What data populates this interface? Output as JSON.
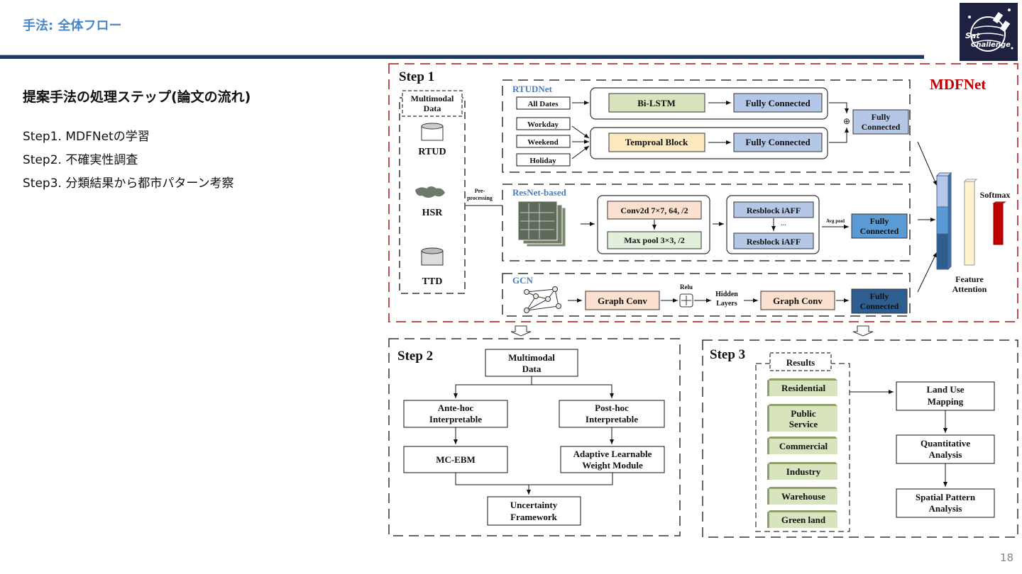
{
  "slide": {
    "title": "手法: 全体フロー",
    "heading": "提案手法の処理ステップ(論文の流れ)",
    "steps": [
      "Step1. MDFNetの学習",
      "Step2. 不確実性調査",
      "Step3. 分類結果から都市パターン考察"
    ],
    "page_number": "18",
    "logo_text": [
      "Sat",
      "Challenge"
    ]
  },
  "colors": {
    "title": "#4a86c8",
    "rule": "#1f3a5f",
    "mdfnet_border": "#c0504d",
    "fc_light": "#b4c7e7",
    "fc_mid": "#5b9bd5",
    "fc_dark": "#2e5d8f",
    "bilstm": "#d7e4bd",
    "temporal": "#fde9c0",
    "conv": "#fbe0d0",
    "softmax": "#c00000",
    "result_box": "#d7e4bd"
  },
  "diagram": {
    "step1": {
      "label": "Step 1",
      "network_name": "MDFNet",
      "multimodal_data": [
        "Multimodal",
        "Data"
      ],
      "sources": [
        "RTUD",
        "HSR",
        "TTD"
      ],
      "preprocessing": [
        "Pre-",
        "processing"
      ],
      "rtudnet": {
        "label": "RTUDNet",
        "inputs": [
          "All Dates",
          "Workday",
          "Weekend",
          "Holiday"
        ],
        "bilstm": "Bi-LSTM",
        "temporal": "Temproal Block",
        "fc": "Fully Connected",
        "fc_merge": [
          "Fully",
          "Connected"
        ],
        "merge_symbol": "⊕"
      },
      "resnet": {
        "label": "ResNet-based",
        "conv": "Conv2d 7×7, 64, /2",
        "maxpool": "Max pool 3×3, /2",
        "resblock": "Resblock iAFF",
        "ellipsis": "···",
        "avgpool": "Avg pool",
        "fc": [
          "Fully",
          "Connected"
        ]
      },
      "gcn": {
        "label": "GCN",
        "graph_conv": "Graph Conv",
        "relu": "Relu",
        "hidden": [
          "Hidden",
          "Layers"
        ],
        "fc": [
          "Fully",
          "Connected"
        ]
      },
      "feature_attention": [
        "Feature",
        "Attention"
      ],
      "softmax": "Softmax"
    },
    "step2": {
      "label": "Step 2",
      "multimodal_data": [
        "Multimodal",
        "Data"
      ],
      "ante_hoc": [
        "Ante-hoc",
        "Interpretable"
      ],
      "post_hoc": [
        "Post-hoc",
        "Interpretable"
      ],
      "mc_ebm": "MC-EBM",
      "adaptive": [
        "Adaptive Learnable",
        "Weight Module"
      ],
      "uncertainty": [
        "Uncertainty",
        "Framework"
      ]
    },
    "step3": {
      "label": "Step 3",
      "results_label": "Results",
      "results": [
        "Residential",
        [
          "Public",
          "Service"
        ],
        "Commercial",
        "Industry",
        "Warehouse",
        "Green land"
      ],
      "land_use": [
        "Land Use",
        "Mapping"
      ],
      "quantitative": [
        "Quantitative",
        "Analysis"
      ],
      "spatial": [
        "Spatial Pattern",
        "Analysis"
      ]
    }
  }
}
